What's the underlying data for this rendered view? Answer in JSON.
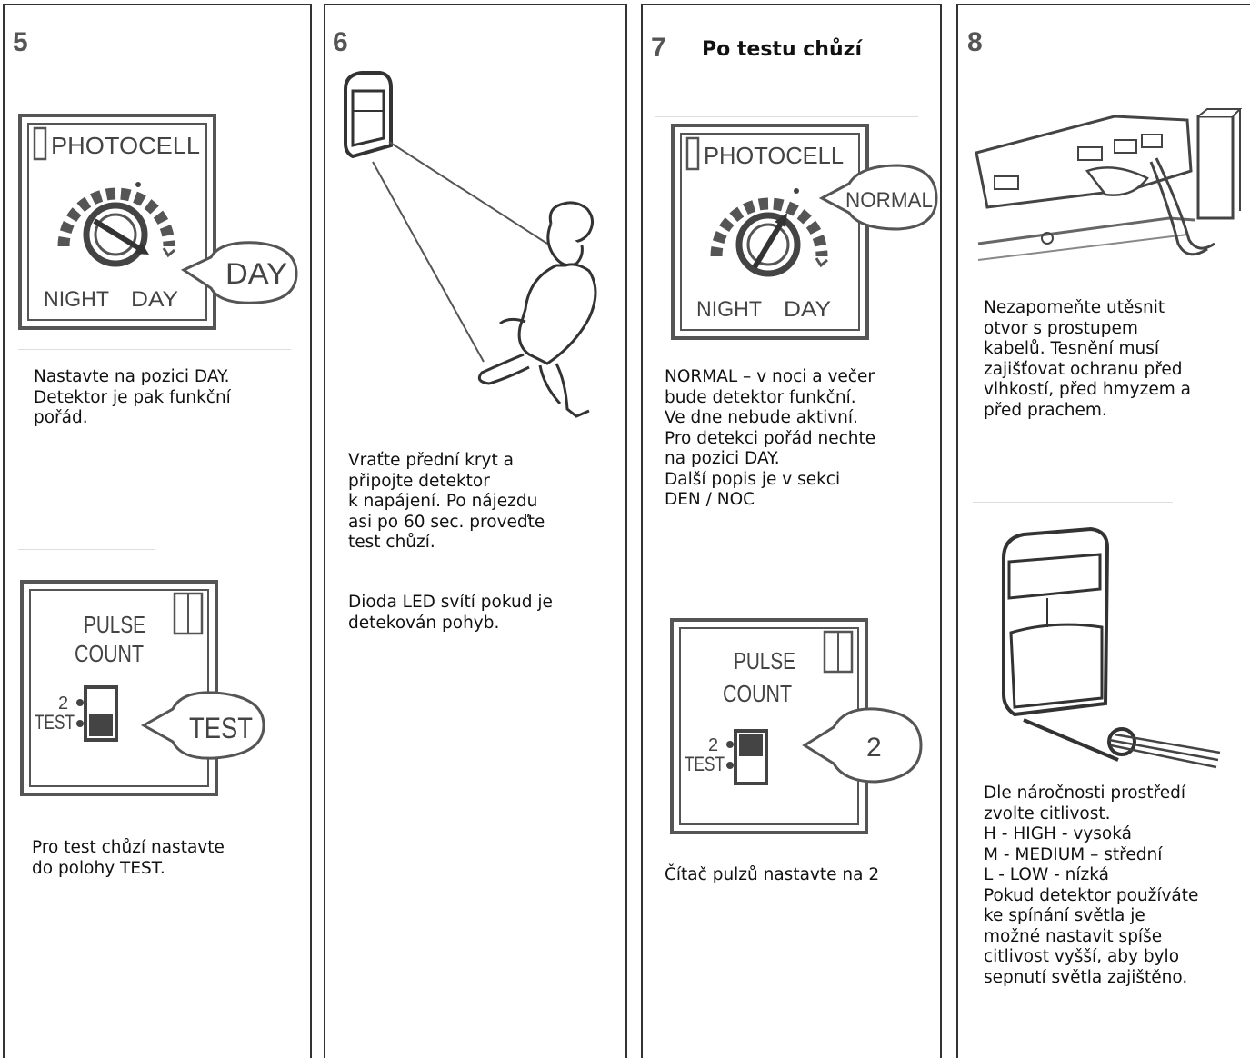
{
  "panels": [
    {
      "number": "5",
      "photocell": {
        "title": "PHOTOCELL",
        "night": "NIGHT",
        "day": "DAY",
        "bubble": "DAY"
      },
      "text1": "Nastavte na pozici DAY.\nDetektor je pak funkční\npořád.",
      "pulse": {
        "title1": "PULSE",
        "title2": "COUNT",
        "opt2": "2",
        "optTest": "TEST",
        "bubble": "TEST"
      },
      "text2": "Pro test chůzí nastavte\ndo polohy TEST."
    },
    {
      "number": "6",
      "text1": "Vraťte přední kryt a\npřipojte detektor\nk napájení. Po nájezdu\nasi po 60 sec. proveďte\ntest chůzí.",
      "text2": "Dioda LED svítí pokud je\ndetekován pohyb."
    },
    {
      "number": "7",
      "heading": "Po testu chůzí",
      "photocell": {
        "title": "PHOTOCELL",
        "night": "NIGHT",
        "day": "DAY",
        "bubble": "NORMAL"
      },
      "text1": "NORMAL – v noci a večer\nbude detektor funkční.\nVe dne nebude aktivní.\nPro detekci pořád nechte\nna pozici DAY.\nDalší popis je v sekci\nDEN / NOC",
      "pulse": {
        "title1": "PULSE",
        "title2": "COUNT",
        "opt2": "2",
        "optTest": "TEST",
        "bubble": "2"
      },
      "text2": "Čítač pulzů nastavte na 2"
    },
    {
      "number": "8",
      "text1": "Nezapomeňte utěsnit\notvor s prostupem\nkabelů. Tesnění musí\nzajišťovat ochranu před\nvlhkostí, před hmyzem a\npřed prachem.",
      "text2": "Dle náročnosti prostředí\nzvolte citlivost.\nH - HIGH - vysoká\nM - MEDIUM – střední\nL - LOW - nízká\nPokud detektor používáte\nke spínání světla je\nmožné nastavit spíše\ncitlivost vyšší, aby bylo\nsepnutí světla zajištěno."
    }
  ]
}
